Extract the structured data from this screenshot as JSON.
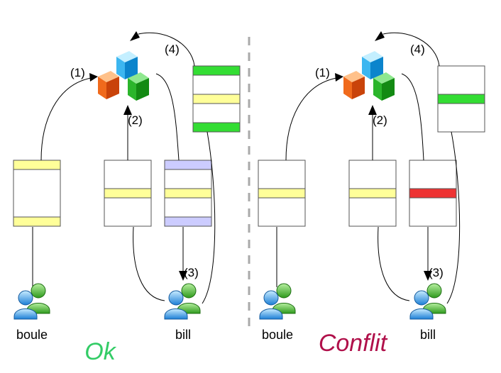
{
  "scenarios": [
    {
      "caption": "Ok",
      "caption_color": "#33cc66",
      "user_left": "boule",
      "user_right": "bill",
      "steps": [
        "(1)",
        "(2)",
        "(3)",
        "(4)"
      ]
    },
    {
      "caption": "Conflit",
      "caption_color": "#b0104a",
      "user_left": "boule",
      "user_right": "bill",
      "steps": [
        "(1)",
        "(2)",
        "(3)",
        "(4)"
      ]
    }
  ],
  "colors": {
    "yellow_band": "#ffff99",
    "green_band": "#33dd33",
    "purple_band": "#ccccff",
    "red_band": "#ee3333",
    "divider": "#aaaaaa"
  },
  "icons": [
    "repository-cubes-icon",
    "users-icon"
  ]
}
